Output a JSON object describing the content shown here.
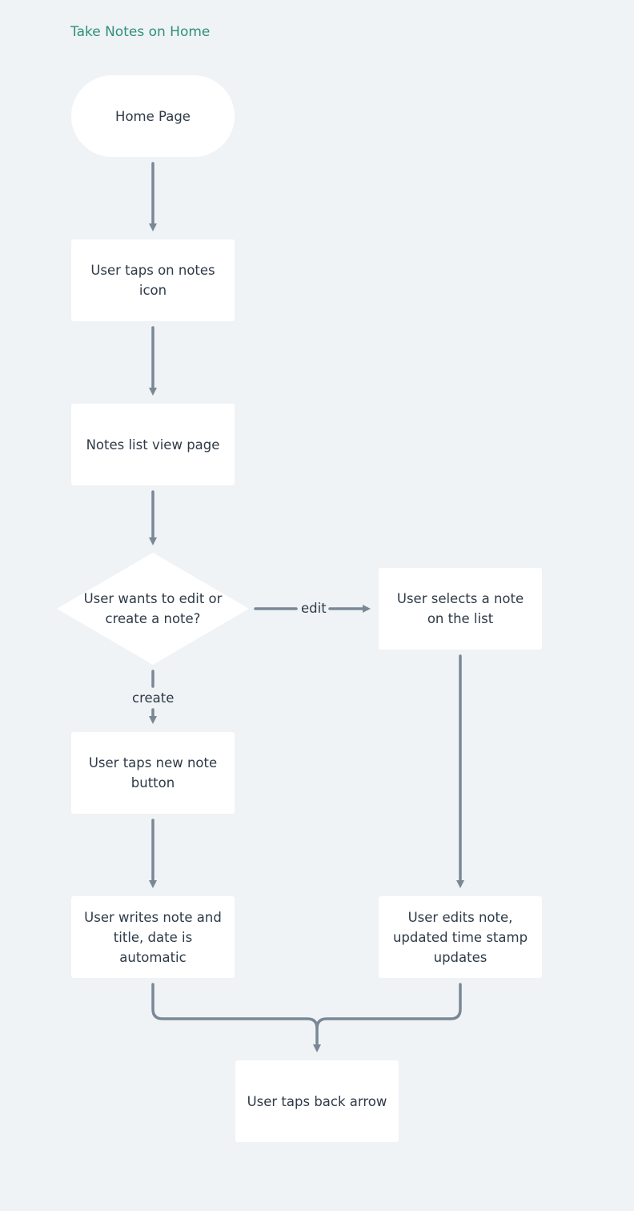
{
  "page": {
    "title": "Take Notes on Home"
  },
  "nodes": {
    "home_page": "Home Page",
    "tap_notes_icon_line1": "User taps on notes",
    "tap_notes_icon_line2": "icon",
    "notes_list_view": "Notes list view page",
    "decision_line1": "User wants to edit or",
    "decision_line2": "create a note?",
    "select_note_line1": "User selects a note",
    "select_note_line2": "on the list",
    "tap_new_note_line1": "User taps new note",
    "tap_new_note_line2": "button",
    "write_note_line1": "User writes note and",
    "write_note_line2": "title, date is",
    "write_note_line3": "automatic",
    "edit_note_line1": "User edits note,",
    "edit_note_line2": "updated time stamp",
    "edit_note_line3": "updates",
    "tap_back_arrow": "User taps back arrow"
  },
  "edges": {
    "edit_label": "edit",
    "create_label": "create"
  },
  "colors": {
    "background": "#eff3f6",
    "node_fill": "#ffffff",
    "connector": "#7a8896",
    "title": "#2f8f7d",
    "text": "#2e3a47"
  }
}
